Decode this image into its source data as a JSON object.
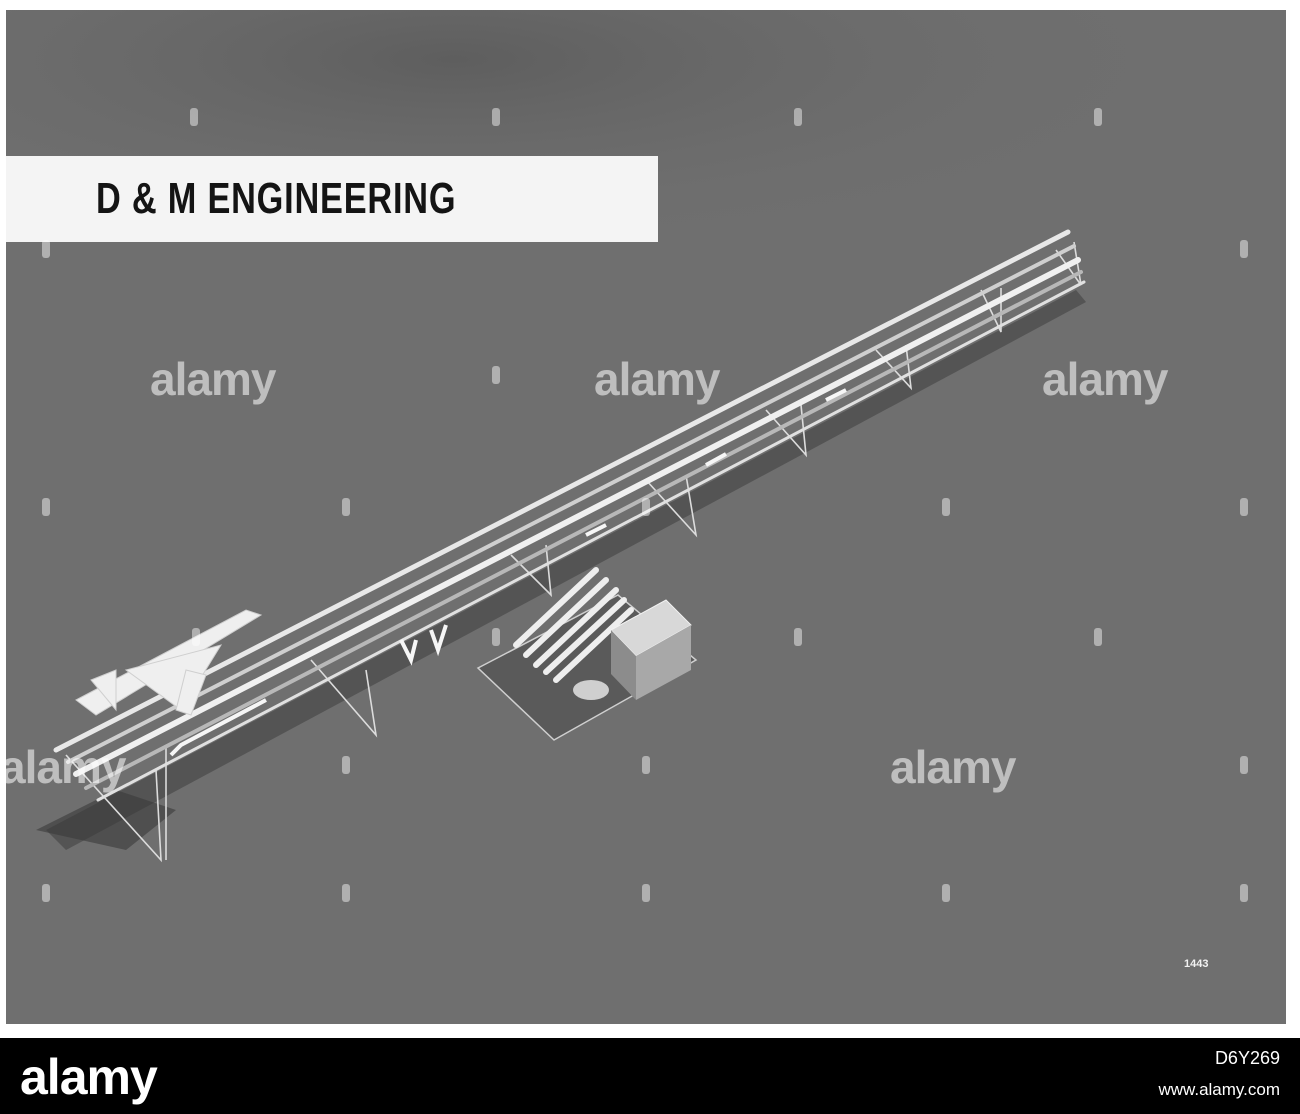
{
  "photo": {
    "title": "D & M  ENGINEERING",
    "plate_number": "1443",
    "background_color": "#6f6f6f"
  },
  "watermark": {
    "text": "alamy"
  },
  "footer": {
    "logo": "alamy",
    "image_id": "D6Y269",
    "url": "www.alamy.com"
  }
}
